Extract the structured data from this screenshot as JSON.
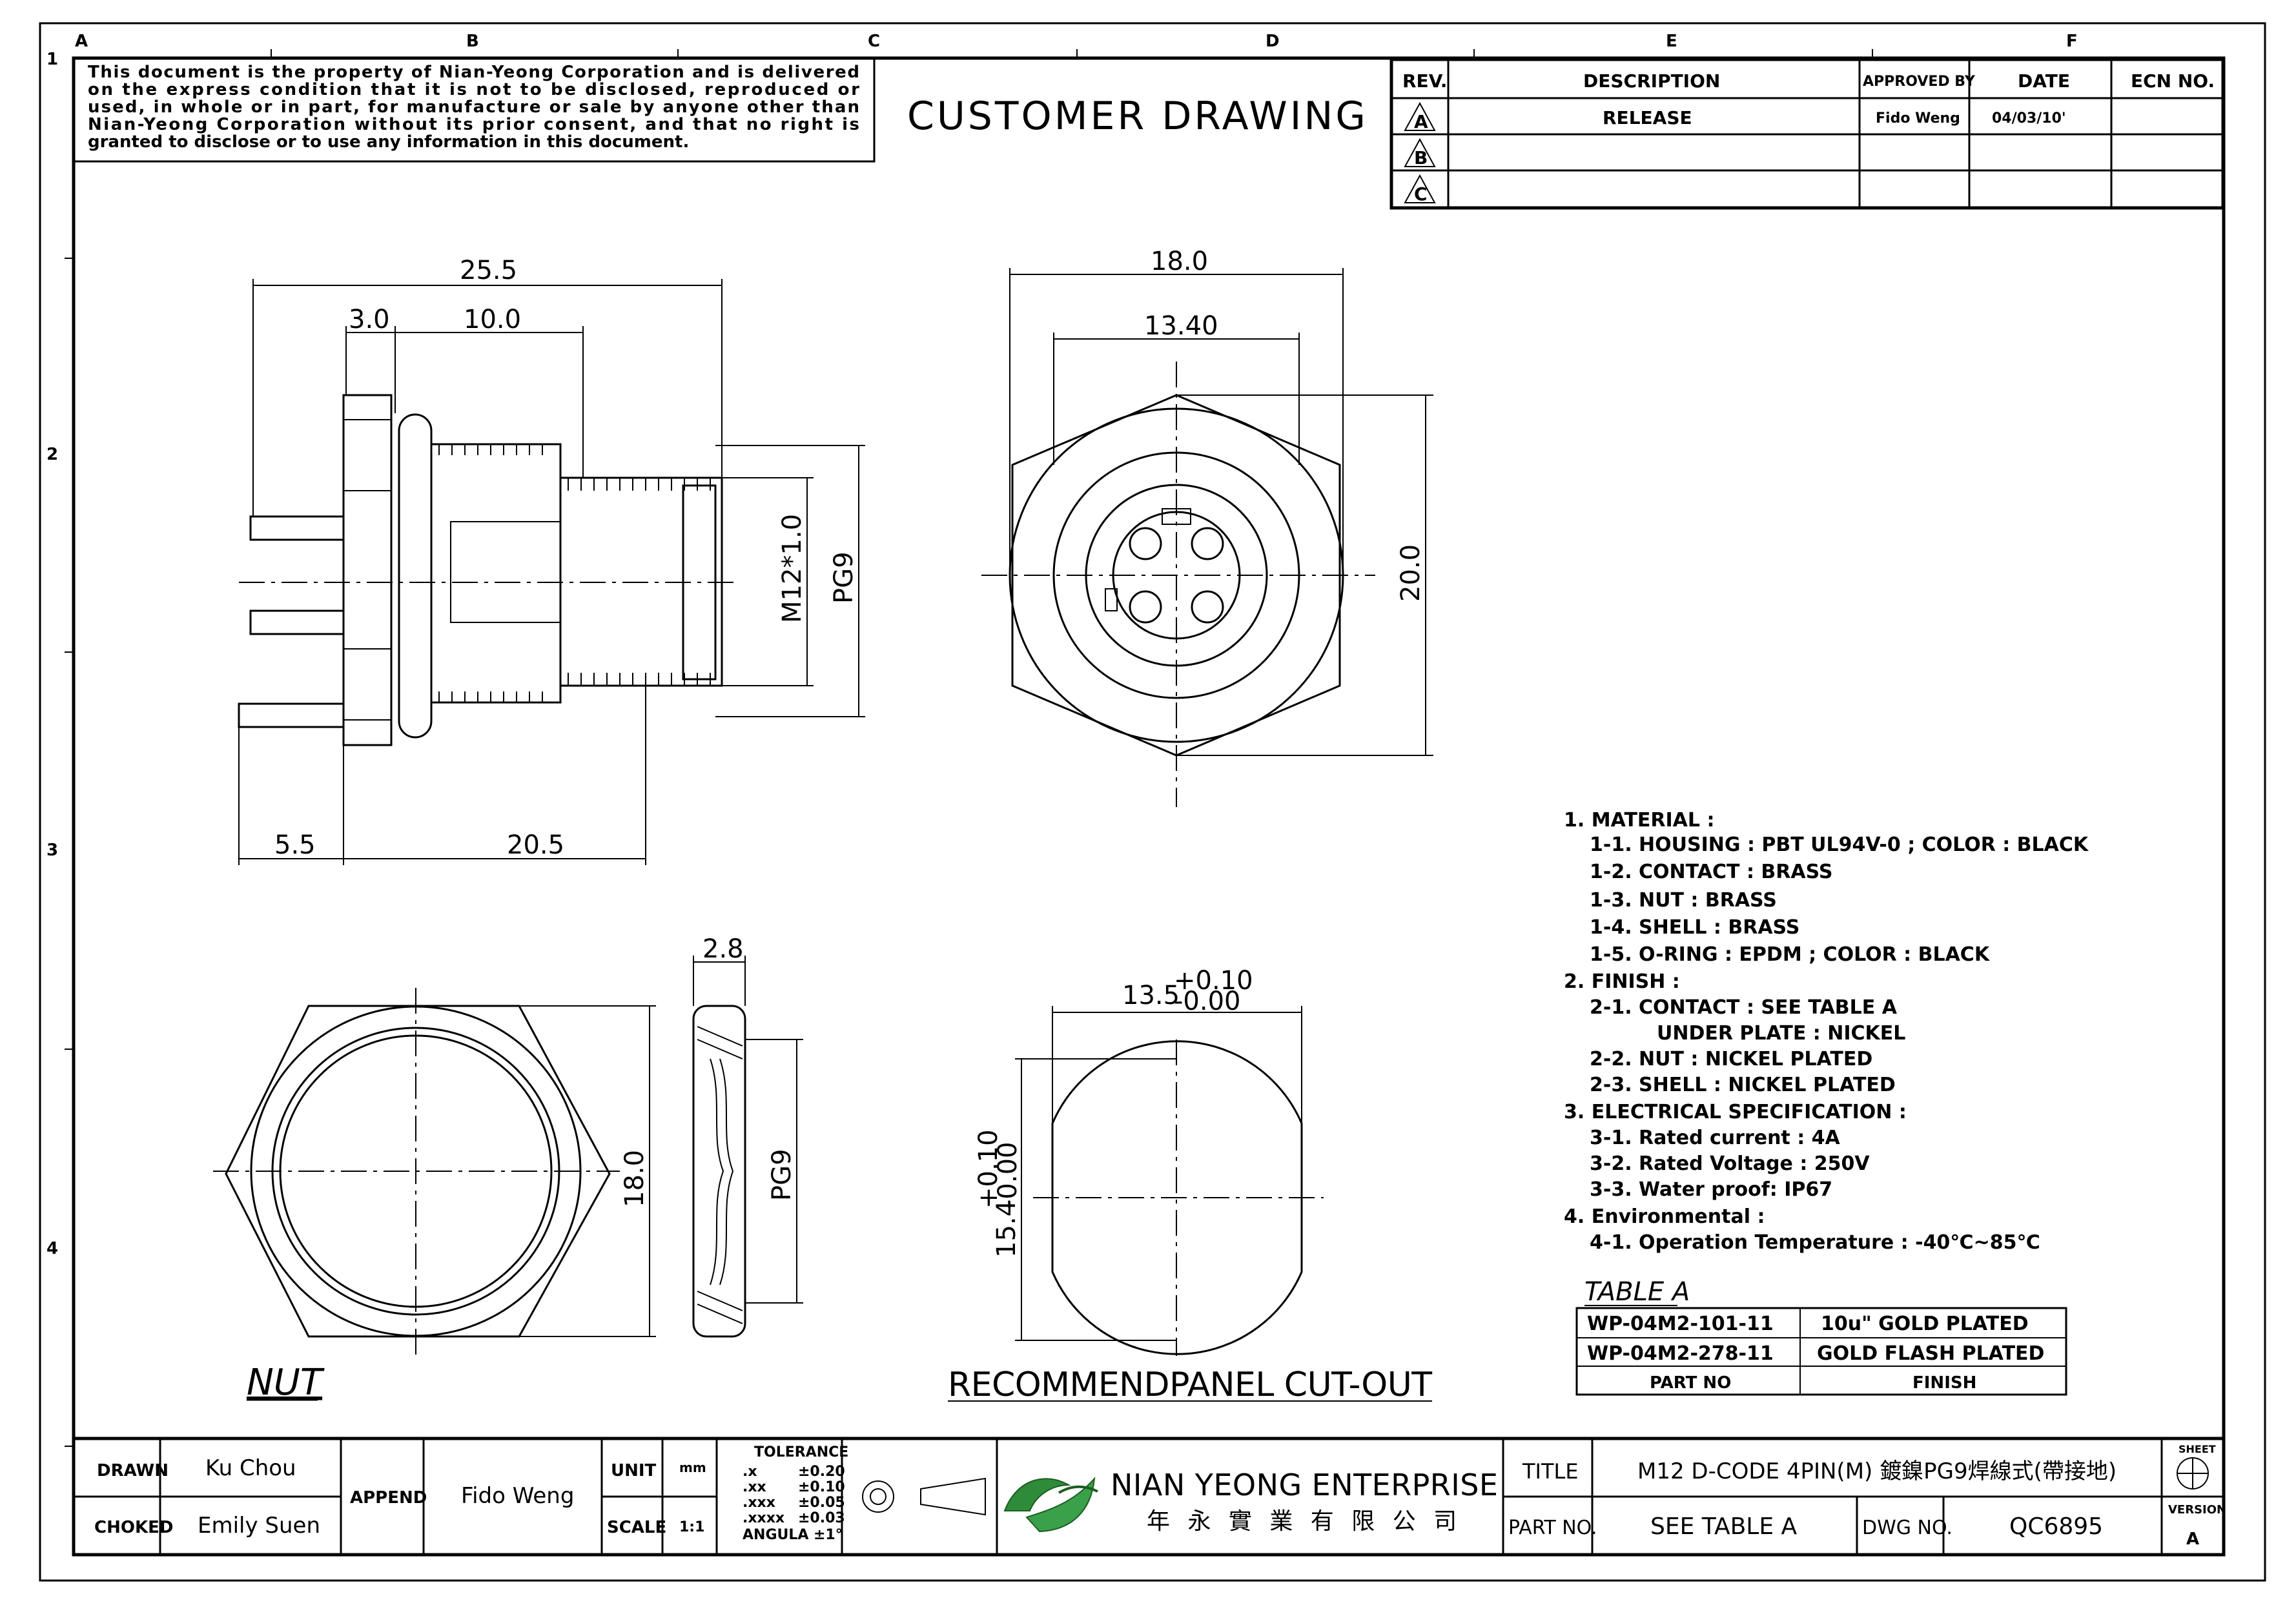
{
  "grid": {
    "columns": [
      "A",
      "B",
      "C",
      "D",
      "E",
      "F"
    ],
    "rows": [
      "1",
      "2",
      "3",
      "4"
    ]
  },
  "disclaimer": [
    "This document is the property of Nian-Yeong Corporation and is delivered",
    "on the express condition that it is not to be disclosed, reproduced or",
    "used, in whole or in part, for manufacture or sale by anyone other than",
    "Nian-Yeong Corporation without its prior consent, and that no right is",
    "granted to disclose or to use any information in this document."
  ],
  "title_banner": "CUSTOMER DRAWING",
  "revision_table": {
    "headers": {
      "rev": "REV.",
      "description": "DESCRIPTION",
      "approved": "APPROVED BY",
      "date": "DATE",
      "ecn": "ECN NO."
    },
    "rows": [
      {
        "rev": "A",
        "description": "RELEASE",
        "approved": "Fido Weng",
        "date": "04/03/10'",
        "ecn": ""
      },
      {
        "rev": "B",
        "description": "",
        "approved": "",
        "date": "",
        "ecn": ""
      },
      {
        "rev": "C",
        "description": "",
        "approved": "",
        "date": "",
        "ecn": ""
      }
    ]
  },
  "dimensions": {
    "side": {
      "total": "25.5",
      "a": "3.0",
      "b": "10.0",
      "c": "5.5",
      "d": "20.5",
      "thread": "M12*1.0",
      "pg": "PG9"
    },
    "front": {
      "outer": "18.0",
      "inner": "13.40",
      "height": "20.0"
    },
    "nut": {
      "thickness": "2.8",
      "height": "18.0",
      "pg": "PG9"
    },
    "cutout": {
      "width": "13.5",
      "width_tol_plus": "+0.10",
      "width_tol_minus": "-0.00",
      "height": "15.4",
      "height_tol_plus": "+0.10",
      "height_tol_minus": "-0.00"
    }
  },
  "labels": {
    "nut": "NUT",
    "cutout": "RECOMMENDPANEL CUT-OUT"
  },
  "notes": [
    "1. MATERIAL :",
    "1-1. HOUSING : PBT UL94V-0 ; COLOR : BLACK",
    "1-2. CONTACT : BRASS",
    "1-3. NUT : BRASS",
    "1-4. SHELL : BRASS",
    "1-5. O-RING : EPDM ; COLOR : BLACK",
    "2. FINISH :",
    "2-1. CONTACT : SEE TABLE A",
    "UNDER PLATE : NICKEL",
    "2-2. NUT : NICKEL PLATED",
    "2-3. SHELL : NICKEL PLATED",
    "3. ELECTRICAL SPECIFICATION :",
    "3-1. Rated current : 4A",
    "3-2. Rated Voltage : 250V",
    "3-3. Water proof: IP67",
    "4. Environmental :",
    "4-1. Operation Temperature : -40℃~85℃"
  ],
  "table_a": {
    "title": "TABLE A",
    "rows": [
      [
        "WP-04M2-101-11",
        "10u\" GOLD PLATED"
      ],
      [
        "WP-04M2-278-11",
        "GOLD FLASH PLATED"
      ]
    ],
    "footer": [
      "PART NO",
      "FINISH"
    ]
  },
  "title_block": {
    "drawn_label": "DRAWN",
    "drawn": "Ku Chou",
    "checked_label": "CHOKED",
    "checked": "Emily Suen",
    "append_label": "APPEND",
    "append": "Fido Weng",
    "unit_label": "UNIT",
    "unit": "mm",
    "scale_label": "SCALE",
    "scale": "1:1",
    "tolerance_title": "TOLERANCE",
    "tolerances": [
      [
        ".x",
        "±0.20"
      ],
      [
        ".xx",
        "±0.10"
      ],
      [
        ".xxx",
        "±0.05"
      ],
      [
        ".xxxx",
        "±0.03"
      ],
      [
        "ANGULA",
        "±1°"
      ]
    ],
    "company": "NIAN YEONG ENTERPRISE",
    "company_cn": "年 永 實 業 有 限 公 司",
    "title_label": "TITLE",
    "title": "M12 D-CODE 4PIN(M) 鍍鎳PG9焊線式(帶接地)",
    "partno_label": "PART NO.",
    "partno": "SEE TABLE A",
    "dwg_label": "DWG NO.",
    "dwg": "QC6895",
    "sheet_label": "SHEET",
    "version_label": "VERSION",
    "version": "A"
  }
}
